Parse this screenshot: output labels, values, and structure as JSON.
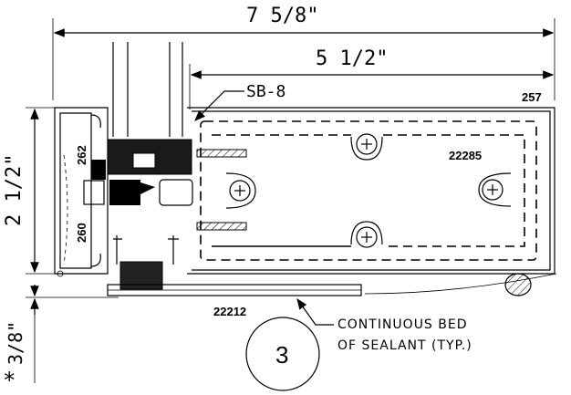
{
  "dimensions": {
    "overall_width": "7 5/8\"",
    "inner_width": "5 1/2\"",
    "height": "2 1/2\"",
    "bed": "3/8\""
  },
  "parts": {
    "sb": "SB-8",
    "p257": "257",
    "p262": "262",
    "p22285": "22285",
    "p260": "260",
    "p22212": "22212"
  },
  "note": {
    "line1": "CONTINUOUS BED",
    "line2": "OF SEALANT (TYP.)"
  },
  "detail_number": "3",
  "asterisk": "*"
}
